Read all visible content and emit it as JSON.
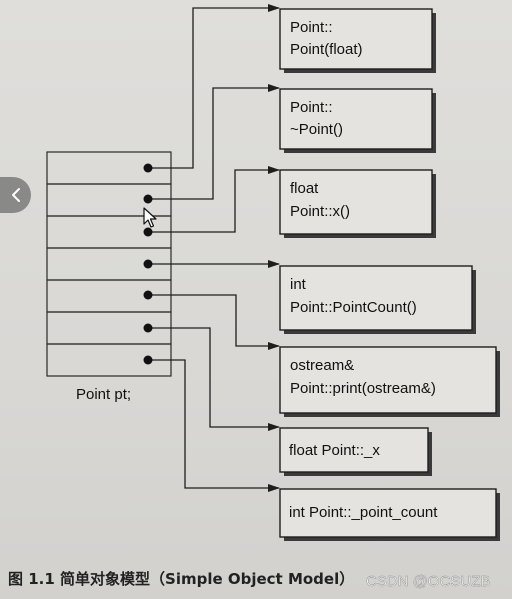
{
  "object": {
    "label": "Point pt;",
    "slot_count": 7
  },
  "boxes": [
    {
      "id": "ctor",
      "lines": [
        "Point::",
        "Point(float)"
      ]
    },
    {
      "id": "dtor",
      "lines": [
        "Point::",
        "~Point()"
      ]
    },
    {
      "id": "x",
      "lines": [
        "float",
        "Point::x()"
      ]
    },
    {
      "id": "count",
      "lines": [
        "int",
        "Point::PointCount()"
      ]
    },
    {
      "id": "print",
      "lines": [
        "ostream&",
        "Point::print(ostream&)"
      ]
    },
    {
      "id": "_x",
      "lines": [
        "float Point::_x"
      ]
    },
    {
      "id": "_pc",
      "lines": [
        "int Point::_point_count"
      ]
    }
  ],
  "caption": {
    "text": "图 1.1   简单对象模型（Simple Object Model）"
  },
  "watermark": {
    "text": "CSDN @OCSUZB"
  },
  "icons": {
    "nav": "chevron-left-icon",
    "cursor": "mouse-pointer-icon"
  }
}
